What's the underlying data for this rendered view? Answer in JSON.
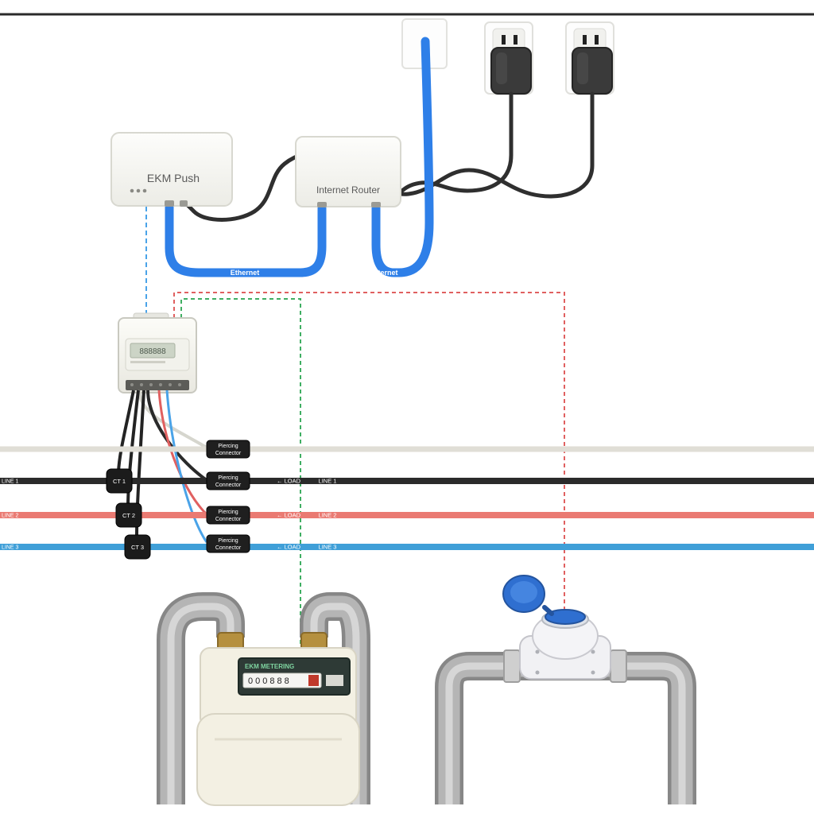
{
  "devices": {
    "ekm_push": "EKM Push",
    "router": "Internet Router",
    "gas_meter_brand": "EKM METERING",
    "gas_meter_reading": "000888",
    "electric_meter_lcd": "888888"
  },
  "cables": {
    "ethernet": "Ethernet",
    "internet": "Internet"
  },
  "labels": {
    "piercing_line1": "Piercing",
    "piercing_line2": "Connector",
    "load": "← LOAD"
  },
  "cts": {
    "ct1": "CT 1",
    "ct2": "CT 2",
    "ct3": "CT 3"
  },
  "lines": {
    "line1": "LINE 1",
    "line2": "LINE 2",
    "line3": "LINE 3"
  },
  "colors": {
    "cable_blue": "#2e7fe8",
    "line1": "#2b2b2b",
    "line2": "#ea7a72",
    "line3": "#3f9fd8",
    "wire_red": "#e06060",
    "wire_green": "#3fae62",
    "wire_blue": "#4aa3e8",
    "cap_blue": "#2f6fd0"
  }
}
